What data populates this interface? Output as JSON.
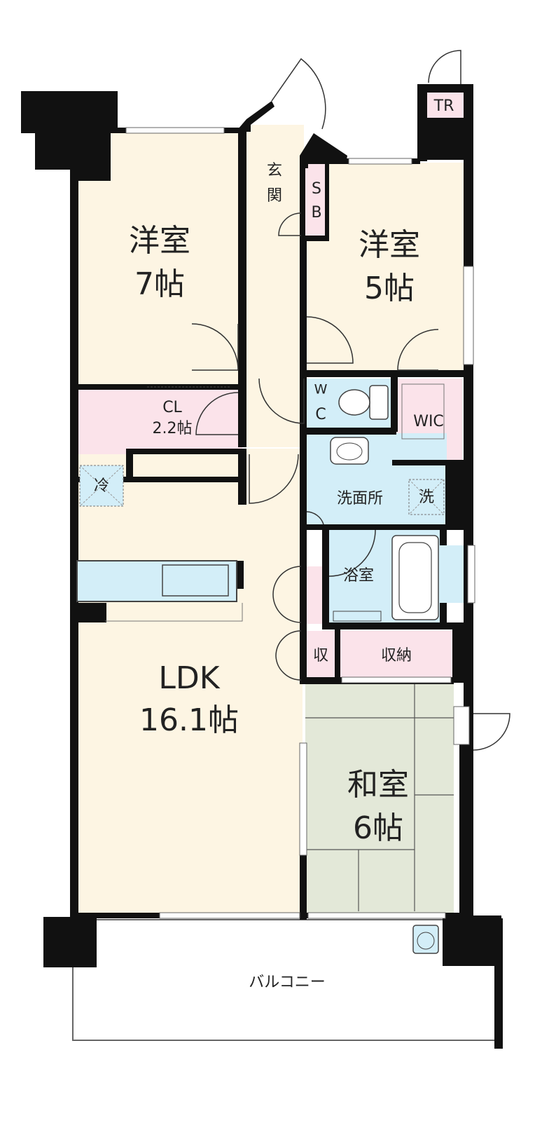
{
  "colors": {
    "western_room": "#fdf5e3",
    "storage": "#fbe3ea",
    "wet_area": "#d3eef8",
    "japanese_room": "#e3e8d8",
    "wall": "#111111"
  },
  "rooms": {
    "western7": {
      "name": "洋室",
      "size": "7帖"
    },
    "western5": {
      "name": "洋室",
      "size": "5帖"
    },
    "ldk": {
      "name": "LDK",
      "size": "16.1帖"
    },
    "japanese": {
      "name": "和室",
      "size": "6帖"
    },
    "closet": {
      "name": "CL",
      "size": "2.2帖"
    },
    "entrance": {
      "line1": "玄",
      "line2": "関"
    },
    "shoebox": {
      "line1": "S",
      "line2": "B"
    },
    "toilet": {
      "line1": "W",
      "line2": "C"
    },
    "wic": "WIC",
    "trunk_room": "TR",
    "washroom": "洗面所",
    "washer": "洗",
    "fridge": "冷",
    "bathroom": "浴室",
    "storage_small": "収",
    "storage": "収納",
    "balcony": "バルコニー"
  }
}
